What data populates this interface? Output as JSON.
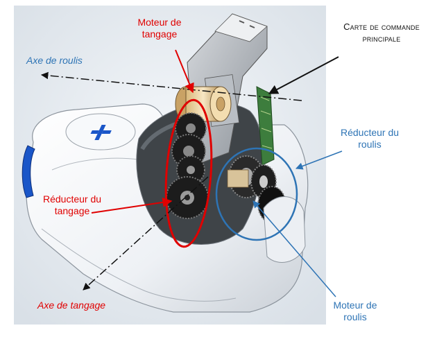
{
  "labels": {
    "moteur_tangage": [
      "Moteur de",
      "tangage"
    ],
    "carte_commande": [
      "Carte de commande",
      "principale"
    ],
    "axe_roulis": "Axe de roulis",
    "reducteur_roulis": [
      "Réducteur du",
      "roulis"
    ],
    "reducteur_tangage": [
      "Réducteur du",
      "tangage"
    ],
    "axe_tangage": "Axe de tangage",
    "moteur_roulis": [
      "Moteur de",
      "roulis"
    ]
  },
  "colors": {
    "red_annotation": "#e00000",
    "blue_annotation": "#2e74b5",
    "black_annotation": "#111111",
    "background_panel": "#e9eef3",
    "body_shell": "#f4f6f9",
    "button_blue": "#1a56c8"
  },
  "icons": {
    "center_logo": "logo-icon",
    "axis_arrow": "dash-dot-arrow"
  }
}
